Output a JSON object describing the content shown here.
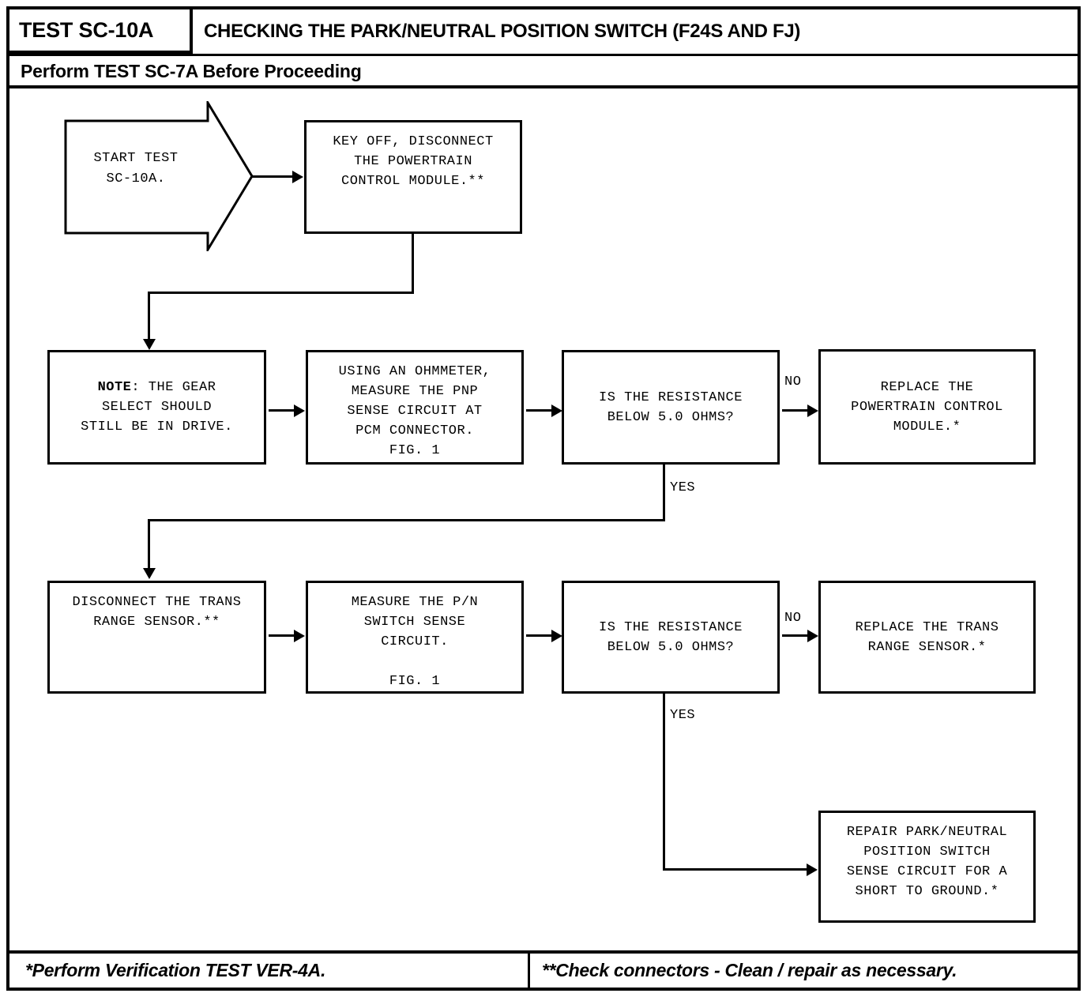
{
  "header": {
    "test_id": "TEST SC-10A",
    "title": "CHECKING THE PARK/NEUTRAL POSITION SWITCH (F24S AND FJ)",
    "subtitle": "Perform TEST SC-7A Before Proceeding"
  },
  "footer": {
    "left": "*Perform Verification TEST VER-4A.",
    "right": "**Check connectors - Clean / repair as necessary."
  },
  "nodes": {
    "start": "START TEST\nSC-10A.",
    "key_off": "KEY OFF, DISCONNECT\nTHE POWERTRAIN\nCONTROL MODULE.**",
    "note_gear_prefix": "NOTE",
    "note_gear_rest": ": THE GEAR\nSELECT SHOULD\nSTILL BE IN DRIVE.",
    "measure_pnp": "USING AN OHMMETER,\nMEASURE THE PNP\nSENSE CIRCUIT AT\nPCM CONNECTOR.\nFIG. 1",
    "decision_1": "IS THE RESISTANCE\nBELOW 5.0 OHMS?",
    "replace_pcm": "REPLACE THE\nPOWERTRAIN CONTROL\nMODULE.*",
    "disconnect_trs": "DISCONNECT THE TRANS\nRANGE SENSOR.**",
    "measure_pn": "MEASURE THE P/N\nSWITCH SENSE\nCIRCUIT.\n\nFIG. 1",
    "decision_2": "IS THE RESISTANCE\nBELOW 5.0 OHMS?",
    "replace_trs": "REPLACE THE TRANS\nRANGE SENSOR.*",
    "repair_circuit": "REPAIR PARK/NEUTRAL\nPOSITION SWITCH\nSENSE CIRCUIT FOR A\nSHORT TO GROUND.*"
  },
  "edges": {
    "no_1": "NO",
    "yes_1": "YES",
    "no_2": "NO",
    "yes_2": "YES"
  }
}
